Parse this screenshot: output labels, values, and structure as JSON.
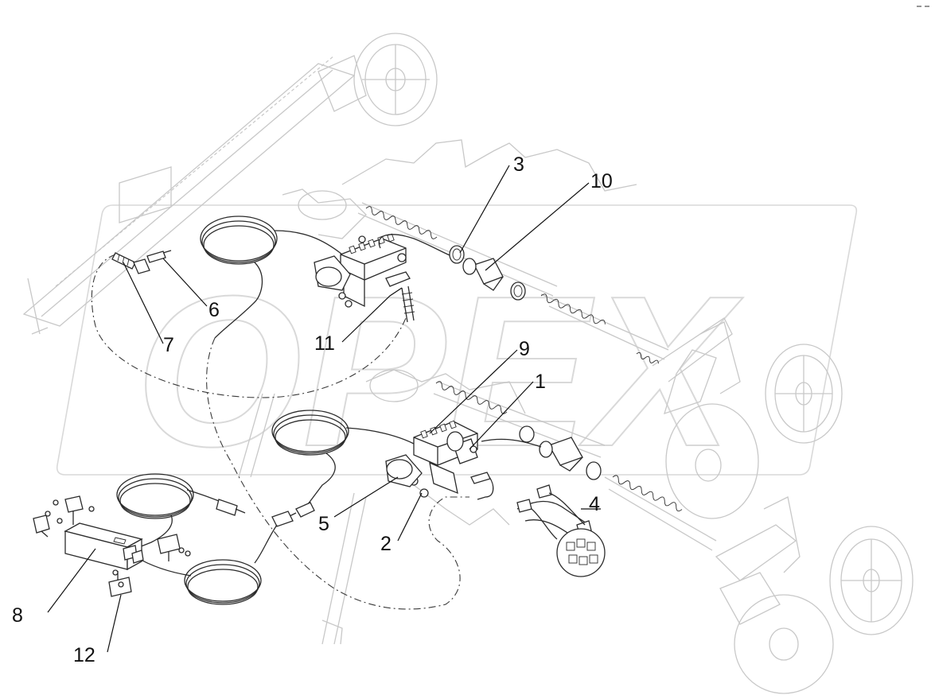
{
  "watermark": {
    "text": "OPEX"
  },
  "callouts": [
    {
      "id": "1",
      "label": "1"
    },
    {
      "id": "2",
      "label": "2"
    },
    {
      "id": "3",
      "label": "3"
    },
    {
      "id": "4",
      "label": "4"
    },
    {
      "id": "5",
      "label": "5"
    },
    {
      "id": "6",
      "label": "6"
    },
    {
      "id": "7",
      "label": "7"
    },
    {
      "id": "8",
      "label": "8"
    },
    {
      "id": "9",
      "label": "9"
    },
    {
      "id": "10",
      "label": "10"
    },
    {
      "id": "11",
      "label": "11"
    },
    {
      "id": "12",
      "label": "12"
    }
  ],
  "colors": {
    "line": "#2b2b2b",
    "faint": "#c8c8c8",
    "watermark": "#d9d9d9",
    "background": "#ffffff"
  }
}
